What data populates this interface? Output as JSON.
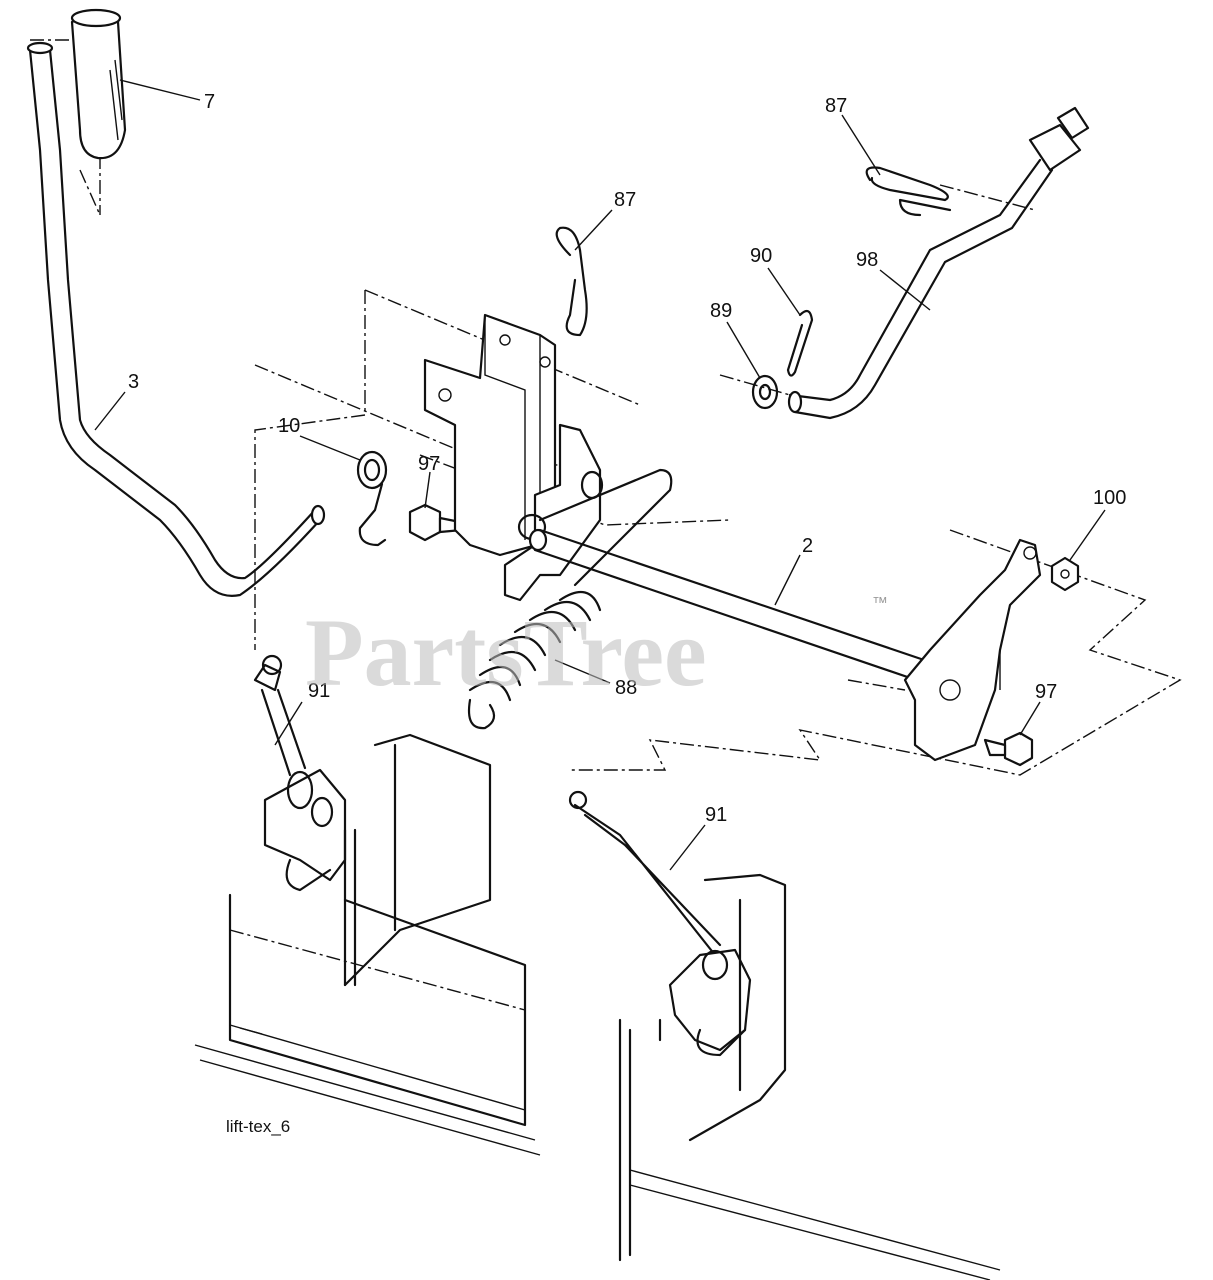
{
  "watermark": {
    "brand": "PartsTree",
    "trademark": "™"
  },
  "figure_code": "lift-tex_6",
  "callouts": [
    {
      "id": "c7",
      "label": "7"
    },
    {
      "id": "c87a",
      "label": "87"
    },
    {
      "id": "c87b",
      "label": "87"
    },
    {
      "id": "c90",
      "label": "90"
    },
    {
      "id": "c89",
      "label": "89"
    },
    {
      "id": "c98",
      "label": "98"
    },
    {
      "id": "c3",
      "label": "3"
    },
    {
      "id": "c10",
      "label": "10"
    },
    {
      "id": "c97a",
      "label": "97"
    },
    {
      "id": "c2",
      "label": "2"
    },
    {
      "id": "c100",
      "label": "100"
    },
    {
      "id": "c88",
      "label": "88"
    },
    {
      "id": "c91a",
      "label": "91"
    },
    {
      "id": "c97b",
      "label": "97"
    },
    {
      "id": "c91b",
      "label": "91"
    }
  ]
}
